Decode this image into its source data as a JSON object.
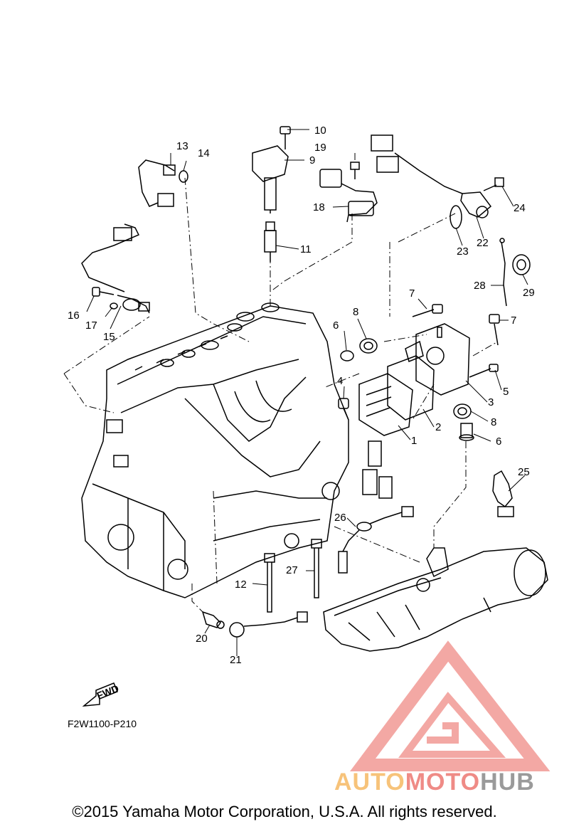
{
  "diagram_code": "F2W1100-P210",
  "fwd_label": "FWD",
  "copyright": "©2015 Yamaha Motor Corporation, U.S.A. All rights reserved.",
  "watermark": {
    "part1": "AUTO",
    "part2": "MOTO",
    "part3": "HUB",
    "color1": "#f7c37a",
    "color2": "#ef8b86",
    "color3": "#9a9a9a"
  },
  "callouts": [
    "1",
    "2",
    "3",
    "4",
    "5",
    "6",
    "6",
    "7",
    "7",
    "8",
    "8",
    "9",
    "10",
    "11",
    "12",
    "13",
    "14",
    "15",
    "16",
    "17",
    "18",
    "19",
    "20",
    "21",
    "22",
    "23",
    "24",
    "25",
    "26",
    "27",
    "28",
    "29"
  ]
}
